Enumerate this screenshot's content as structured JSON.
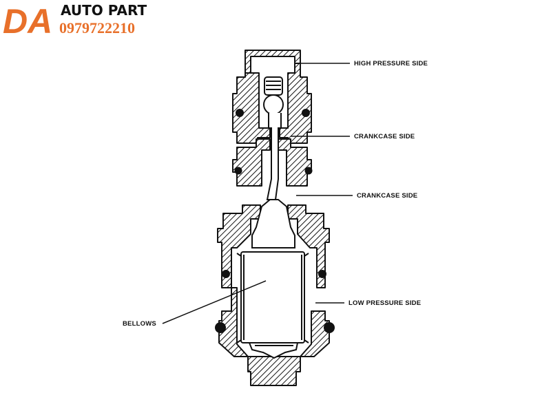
{
  "logo": {
    "monogram": "DA",
    "name": "AUTO PART",
    "phone": "0979722210",
    "colors": {
      "monogram": "#e8702a",
      "name": "#111111",
      "phone": "#e8702a"
    }
  },
  "labels": {
    "high_pressure_side": "HIGH PRESSURE SIDE",
    "crankcase_side_upper": "CRANKCASE SIDE",
    "crankcase_side_lower": "CRANKCASE SIDE",
    "low_pressure_side": "LOW PRESSURE SIDE",
    "bellows": "BELLOWS"
  },
  "colors": {
    "ink": "#111111",
    "paper": "#ffffff"
  }
}
